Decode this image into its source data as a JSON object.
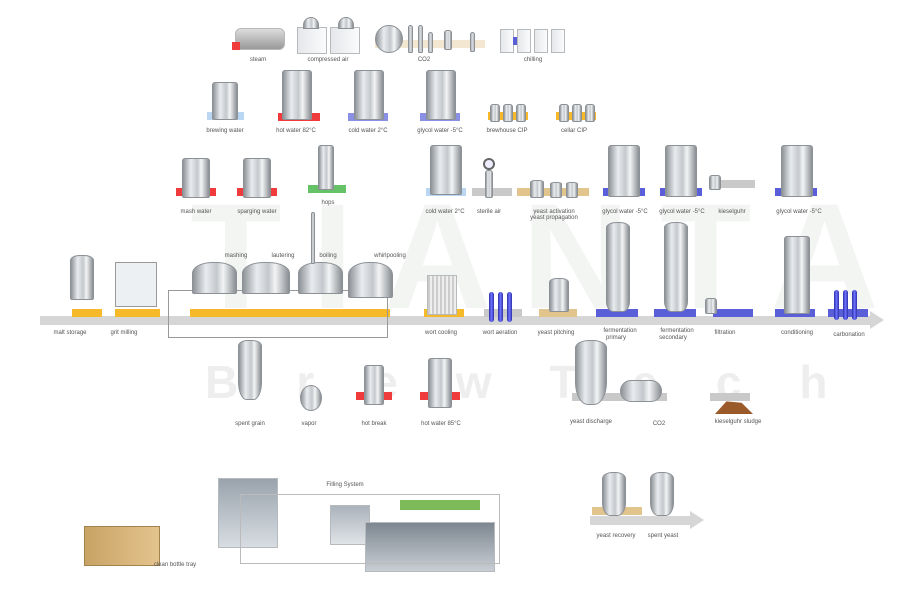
{
  "watermark": {
    "brand": "TIANTAI",
    "sub": "BrewTech"
  },
  "utilities": {
    "steam": "steam",
    "compressed_air": "compressed air",
    "co2": "CO2",
    "chilling": "chilling"
  },
  "water_tanks": {
    "brewing_water": "brewing water",
    "hot_water": "hot water 82°C",
    "cold_water": "cold water 2°C",
    "glycol_water": "glycol water -5°C",
    "brewhouse_cip": "brewhouse CIP",
    "cellar_cip": "cellar CIP"
  },
  "supply_row": {
    "mash_water": "mash water",
    "sparging_water": "sparging water",
    "hops": "hops",
    "cold_water": "cold water 2°C",
    "sterile_air": "sterile air",
    "yeast_activation": "yeast activation",
    "yeast_propagation": "yeast propagation",
    "glycol_1": "glycol water -5°C",
    "glycol_2": "glycol water -5°C",
    "kieselguhr": "kieselguhr",
    "glycol_3": "glycol water -5°C"
  },
  "brewhouse": {
    "mashing": "mashing",
    "lautering": "lautering",
    "boiling": "boiling",
    "whirlpooling": "whirlpooling"
  },
  "process": {
    "malt_storage": "malt storage",
    "grit_milling": "grit milling",
    "wort_cooling": "wort cooling",
    "wort_aeration": "wort aeration",
    "yeast_pitching": "yeast pitching",
    "fermentation_primary_1": "fermentation",
    "fermentation_primary_2": "primary",
    "fermentation_secondary_1": "fermentation",
    "fermentation_secondary_2": "secondary",
    "filtration": "filtration",
    "conditioning": "conditioning",
    "carbonation": "carbonation"
  },
  "byproducts": {
    "spent_grain": "spent grain",
    "vapor": "vapor",
    "hot_break": "hot break",
    "hot_water_85": "hot water 85°C",
    "yeast_discharge": "yeast discharge",
    "co2": "CO2",
    "kieselguhr_sludge": "kieselguhr sludge",
    "yeast_recovery": "yeast recovery",
    "spent_yeast": "spent yeast"
  },
  "packaging": {
    "filling_system": "Filling System",
    "clean_bottle_tray": "clean bottle tray"
  }
}
